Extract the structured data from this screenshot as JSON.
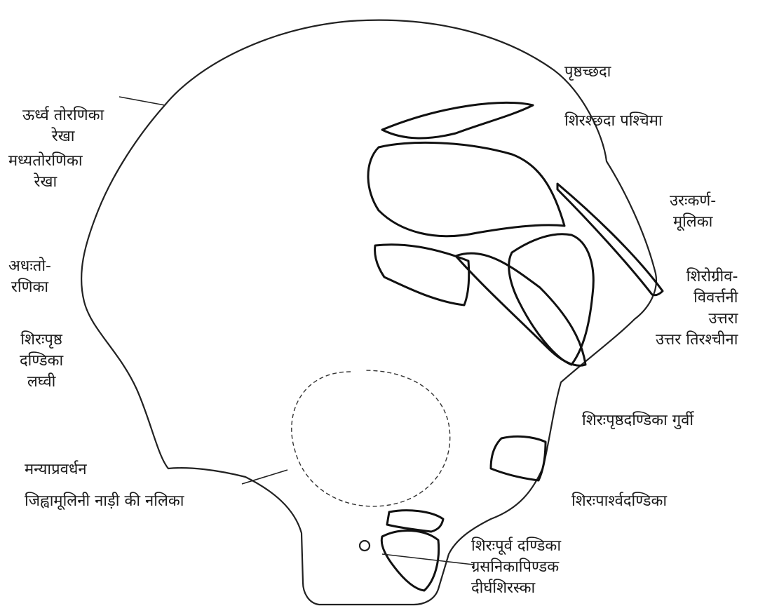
{
  "labels": {
    "nuchal_area": "पृष्ठच्छदा",
    "superior_nuchal_line": [
      "ऊर्ध्व तोरणिका",
      "रेखा"
    ],
    "highest_nuchal_line": [
      "शिरश्छदा पश्चिमा"
    ],
    "middle_nuchal_line": [
      "मध्यतोरणिका",
      "रेखा"
    ],
    "sternocleidomastoid": [
      "उरःकर्ण-",
      "मूलिका"
    ],
    "inferior_nuchal_line": [
      "अधःतो-",
      "रणिका"
    ],
    "obliquus_capitis": [
      "शिरोग्रीव-",
      "विवर्त्तनी",
      "उत्तरा",
      "उत्तर तिरश्चीना"
    ],
    "rectus_capitis_posterior_minor": [
      "शिरःपृष्ठ",
      "दण्डिका",
      "लघ्वी"
    ],
    "rectus_capitis_posterior_major": "शिरःपृष्ठदण्डिका गुर्वी",
    "mastoid_process": "मन्याप्रवर्धन",
    "hypoglossal_canal": "जिह्वामूलिनी नाड़ी की नलिका",
    "rectus_capitis_lateralis": "शिरःपार्श्वदण्डिका",
    "basilar": [
      "शिरःपूर्व दण्डिका",
      "ग्रसनिकापिण्डक",
      "दीर्घशिरस्का"
    ]
  }
}
